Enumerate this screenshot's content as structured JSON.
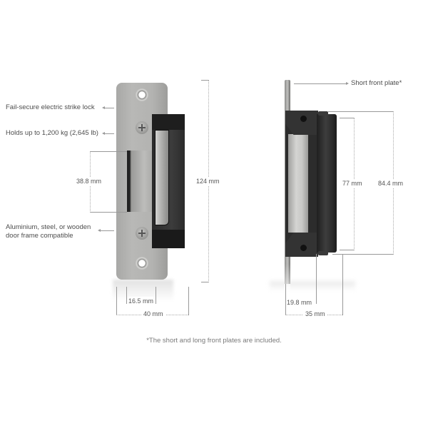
{
  "left_view": {
    "callouts": [
      {
        "text": "Fail-secure electric strike lock"
      },
      {
        "text": "Holds up to 1,200 kg (2,645 lb)"
      },
      {
        "line1": "Aluminium, steel, or wooden",
        "line2": "door frame compatible"
      }
    ],
    "dimensions": {
      "opening_height": "38.8 mm",
      "total_height": "124 mm",
      "inner_width": "16.5 mm",
      "plate_width": "40 mm"
    },
    "icons": [
      "mounting-hole-icon",
      "screw-icon"
    ]
  },
  "right_view": {
    "callout": "Short front plate*",
    "dimensions": {
      "body_height": "77 mm",
      "overall_height": "84.4 mm",
      "depth_inner": "19.8 mm",
      "depth_total": "35 mm"
    }
  },
  "footnote": "*The short and long front plates are included.",
  "colors": {
    "background": "#ffffff",
    "plate_metal": "#b3b3b1",
    "keeper_dark": "#2c2c2c",
    "dimension_line": "#999999",
    "label_text": "#4d4d4d"
  }
}
